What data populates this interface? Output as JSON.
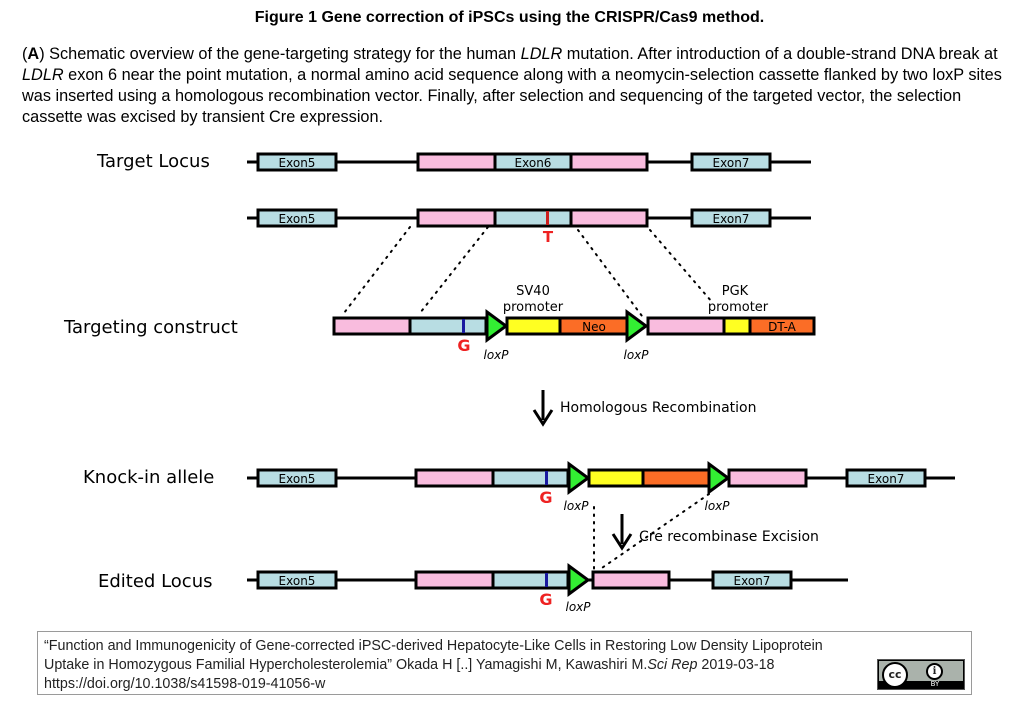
{
  "figure": {
    "title": "Figure 1 Gene correction of iPSCs using the CRISPR/Cas9 method.",
    "caption": {
      "panel": "A",
      "parts": [
        {
          "t": ") Schematic overview of the gene-targeting strategy for the human ",
          "i": false
        },
        {
          "t": "LDLR",
          "i": true
        },
        {
          "t": " mutation. After introduction of a double-strand DNA break at ",
          "i": false
        },
        {
          "t": "LDLR",
          "i": true
        },
        {
          "t": " exon 6 near the point mutation, a normal amino acid sequence along with a neomycin-selection cassette flanked by two loxP sites was inserted using a homologous recombination vector. Finally, after selection and sequencing of the targeted vector, the selection cassette was excised by transient Cre expression.",
          "i": false
        }
      ]
    }
  },
  "colors": {
    "exon": "#b8dde3",
    "homology_arm": "#f9bcde",
    "loxp": "#33ee33",
    "promoter": "#ffff22",
    "neo": "#fb6d26",
    "mutation_T": "#cc1f1f",
    "corrected_G": "#1a1aa0",
    "red_label": "#ee2222"
  },
  "diagram": {
    "row_labels": {
      "target_locus": "Target Locus",
      "targeting_construct": "Targeting construct",
      "knock_in_allele": "Knock-in allele",
      "edited_locus": "Edited Locus"
    },
    "exons": {
      "exon5": "Exon5",
      "exon6": "Exon6",
      "exon7": "Exon7"
    },
    "mutation_label": "T",
    "corrected_label": "G",
    "loxp_label": "loxP",
    "sv40_line1": "SV40",
    "pgk_line1": "PGK",
    "promoter_line2": "promoter",
    "neo_label": "Neo",
    "dta_label": "DT-A",
    "step1": "Homologous Recombination",
    "step2": "Cre recombinase Excision"
  },
  "citation": {
    "line1": "“Function and Immunogenicity of Gene-corrected iPSC-derived Hepatocyte-Like Cells in Restoring Low Density Lipoprotein",
    "line2_pre": "Uptake in Homozygous Familial Hypercholesterolemia” Okada H [..] Yamagishi M, Kawashiri M.",
    "journal": "Sci Rep",
    "date": " 2019-03-18",
    "doi": "https://doi.org/10.1038/s41598-019-41056-w",
    "license": {
      "cc": "cc",
      "by": "BY"
    }
  }
}
